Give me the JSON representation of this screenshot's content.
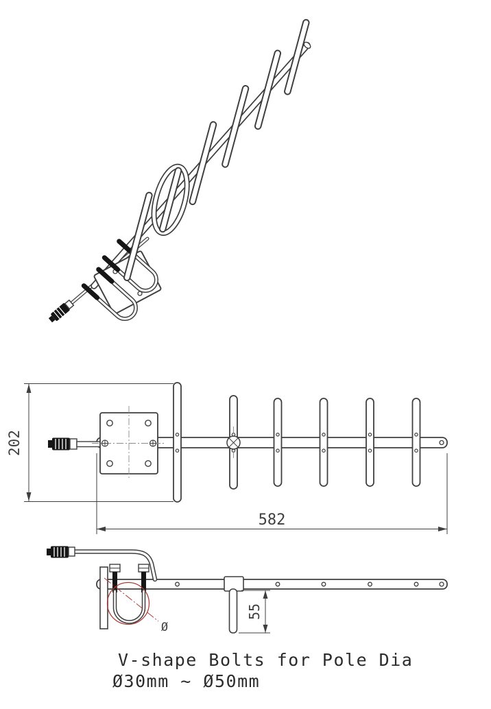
{
  "drawing": {
    "subject": "yagi-antenna-technical-drawing",
    "dimensions": {
      "height": "202",
      "length": "582",
      "dipole_offset": "55",
      "diameter_symbol": "Ø"
    },
    "caption": {
      "line1": "V-shape Bolts for Pole Dia",
      "line2": "Ø30mm ~ Ø50mm"
    },
    "colors": {
      "line": "#3f3f3f",
      "pole_accent": "#a93c32",
      "background": "#ffffff"
    }
  }
}
